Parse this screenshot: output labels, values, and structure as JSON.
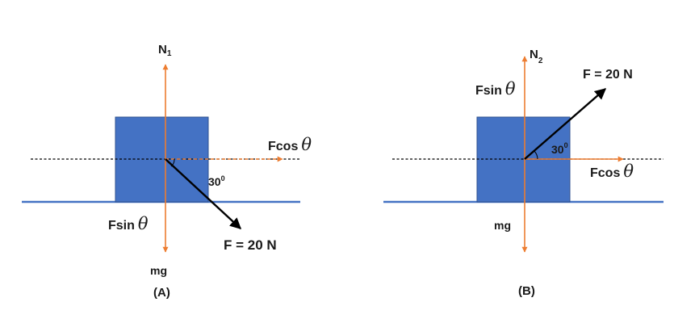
{
  "colors": {
    "block": "#4472c4",
    "block_border": "#2f528f",
    "ground": "#4472c4",
    "force_orange": "#ed7d31",
    "force_black": "#000000",
    "text": "#1a1a1a"
  },
  "icons": [
    "arrowhead-orange",
    "arrowhead-black",
    "angle-arc"
  ],
  "diagrams": {
    "a": {
      "caption": "(A)",
      "normal": {
        "symbol": "N",
        "subscript": "1"
      },
      "weight": "mg",
      "horizontal": {
        "prefix": "Fcos",
        "var": "θ"
      },
      "vertical": {
        "prefix": "Fsin",
        "var": "θ"
      },
      "angle": {
        "value": "30",
        "unit": "0"
      },
      "applied": "F = 20 N"
    },
    "b": {
      "caption": "(B)",
      "normal": {
        "symbol": "N",
        "subscript": "2"
      },
      "weight": "mg",
      "horizontal": {
        "prefix": "Fcos",
        "var": "θ"
      },
      "vertical": {
        "prefix": "Fsin",
        "var": "θ"
      },
      "angle": {
        "value": "30",
        "unit": "0"
      },
      "applied": "F = 20 N"
    }
  }
}
